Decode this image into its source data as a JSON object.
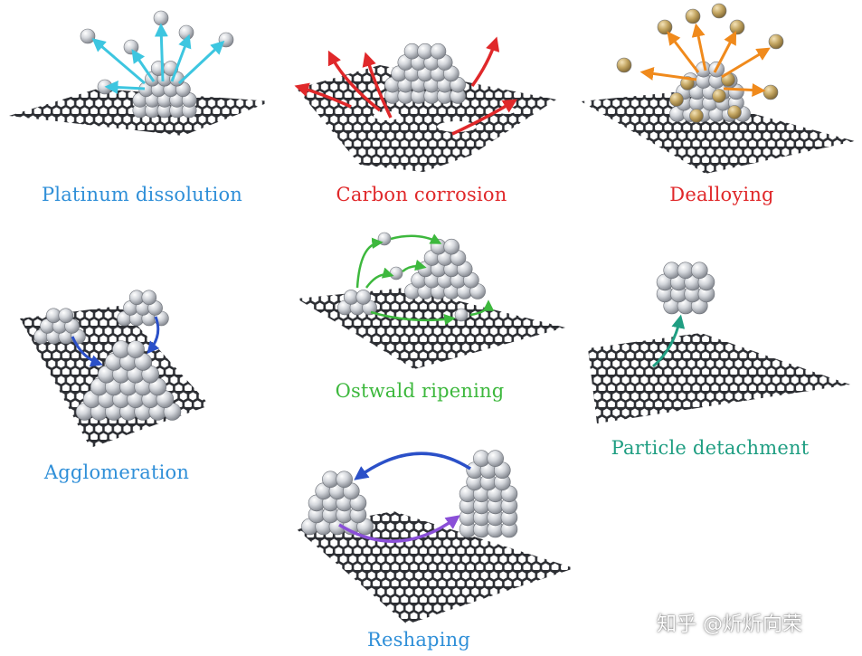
{
  "colors": {
    "blue": "#2f8fd8",
    "red": "#e0282a",
    "green": "#3db83d",
    "teal": "#1f9e82",
    "dark_blue": "#2b50c8",
    "cyan": "#3dc6e0",
    "orange": "#f08a1c",
    "purple": "#8a4fd8",
    "graphene": "#2c2e33",
    "particle": "#c9ccd1",
    "gold": "#b89a55"
  },
  "panels": [
    {
      "id": "platinum-dissolution",
      "label": "Platinum dissolution",
      "color": "#2f8fd8"
    },
    {
      "id": "carbon-corrosion",
      "label": "Carbon corrosion",
      "color": "#e0282a"
    },
    {
      "id": "dealloying",
      "label": "Dealloying",
      "color": "#e0282a"
    },
    {
      "id": "agglomeration",
      "label": "Agglomeration",
      "color": "#2f8fd8"
    },
    {
      "id": "ostwald-ripening",
      "label": "Ostwald ripening",
      "color": "#3db83d"
    },
    {
      "id": "particle-detachment",
      "label": "Particle detachment",
      "color": "#1f9e82"
    },
    {
      "id": "reshaping",
      "label": "Reshaping",
      "color": "#2f8fd8"
    }
  ],
  "watermark": {
    "text": "知乎 @炘炘向荣"
  }
}
